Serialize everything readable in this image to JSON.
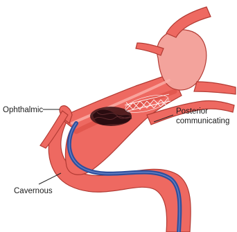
{
  "labels": {
    "ophthalmic": "Ophthalmic",
    "posterior_line1": "Posterior",
    "posterior_line2": "communicating",
    "cavernous": "Cavernous"
  },
  "colors": {
    "vessel_fill": "#ee6961",
    "vessel_shadow": "#d8483f",
    "vessel_highlight": "#fbb2ab",
    "vessel_outline": "#b23a33",
    "aneurysm_fill": "#f3a39c",
    "catheter": "#2f4f9c",
    "catheter_highlight": "#6a86c9",
    "coil": "#3a1418",
    "stent": "#ffffff",
    "leader_line": "#222222",
    "label_text": "#1a1a1a"
  },
  "icons": {
    "stent": "stent-mesh-icon",
    "coil": "embolization-coil-icon"
  }
}
